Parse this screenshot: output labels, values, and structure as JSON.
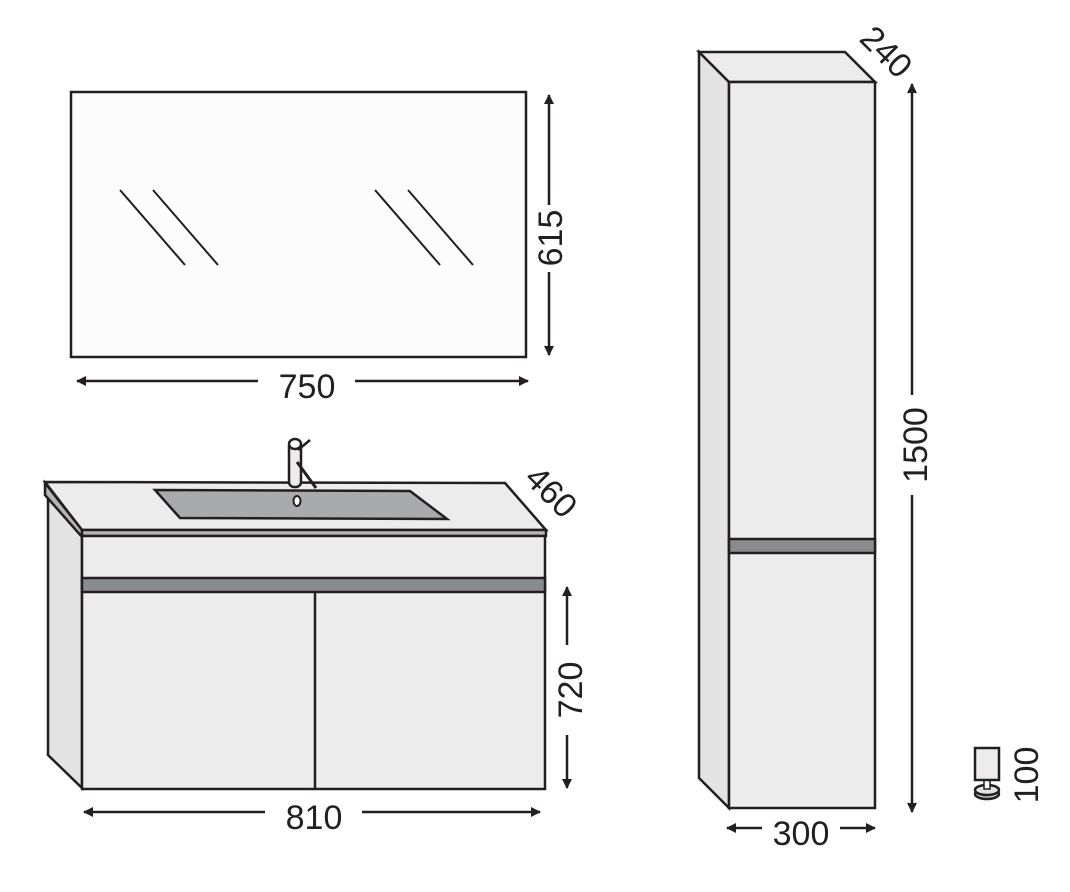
{
  "mirror": {
    "width_label": "750",
    "height_label": "615"
  },
  "vanity": {
    "width_label": "810",
    "height_label": "720",
    "depth_label": "460"
  },
  "tall_cabinet": {
    "width_label": "300",
    "height_label": "1500",
    "depth_label": "240"
  },
  "foot": {
    "height_label": "100"
  },
  "colors": {
    "line": "#231f20",
    "panel": "#ececed",
    "side": "#e3e3e4",
    "bar": "#8a8b8d",
    "basin": "#a9aaac"
  }
}
